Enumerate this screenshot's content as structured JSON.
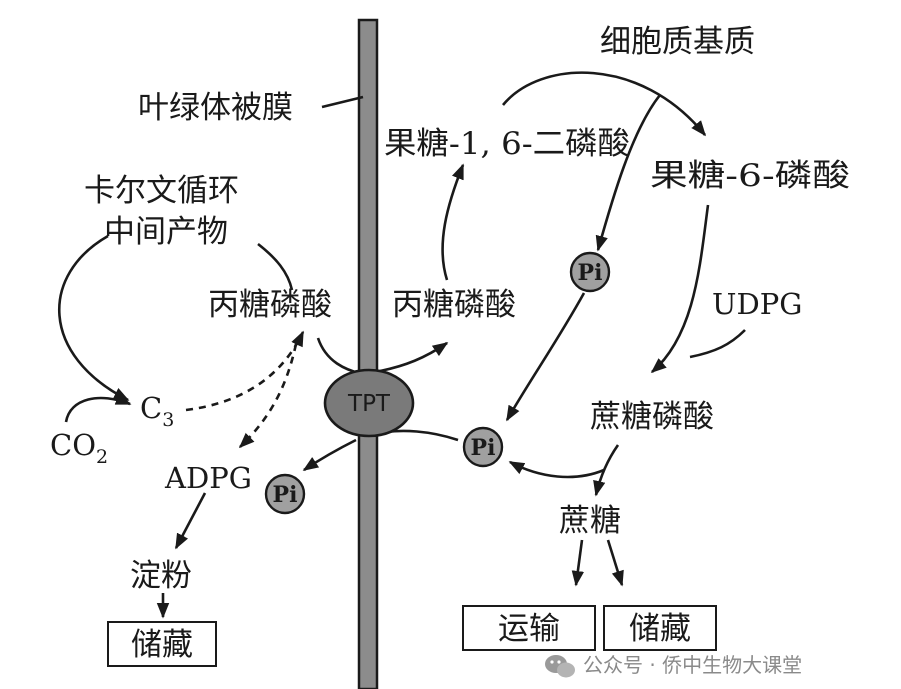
{
  "labels": {
    "cytoplasm_matrix": "细胞质基质",
    "chloroplast_envelope": "叶绿体被膜",
    "calvin_line1": "卡尔文循环",
    "calvin_line2": "中间产物",
    "triose_phosphate_inner": "丙糖磷酸",
    "triose_phosphate_outer": "丙糖磷酸",
    "fructose_bisphosphate": "果糖-1, 6-二磷酸",
    "fructose_6_phosphate": "果糖-6-磷酸",
    "udpg": "UDPG",
    "sucrose_phosphate": "蔗糖磷酸",
    "sucrose": "蔗糖",
    "c3": "C",
    "c3_sub": "3",
    "co2": "CO",
    "co2_sub": "2",
    "adpg": "ADPG",
    "starch": "淀粉",
    "storage_left": "储藏",
    "transport": "运输",
    "storage_right": "储藏",
    "tpt": "TPT",
    "pi_1": "Pi",
    "pi_2": "Pi",
    "pi_3": "Pi"
  },
  "watermark": {
    "icon": "wechat-icon",
    "text": "公众号 · 侨中生物大课堂"
  },
  "colors": {
    "membrane": "#8c8c8c",
    "tpt": "#7a7a7a",
    "pi": "#a0a0a0",
    "ink": "#1a1a1a"
  }
}
